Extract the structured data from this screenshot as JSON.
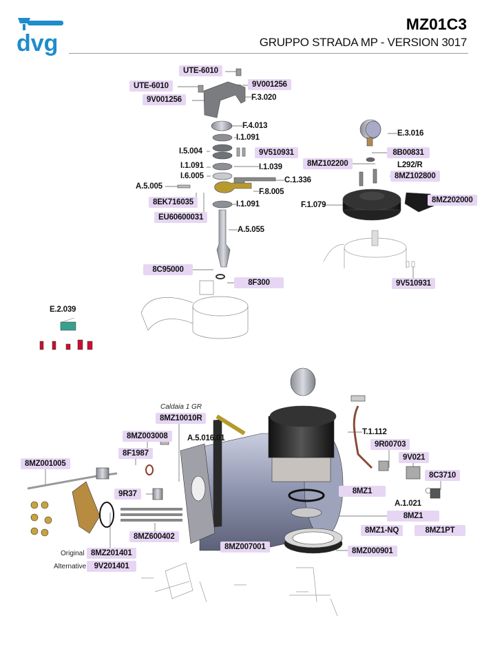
{
  "header": {
    "logo_text": "dvg",
    "title": "MZ01C3",
    "subtitle": "GRUPPO STRADA MP - VERSION 3017"
  },
  "colors": {
    "brand": "#1f8ccb",
    "label_bg": "#e6d6f3"
  },
  "top_assembly": {
    "labels": [
      "UTE-6010",
      "9V001256",
      "UTE-6010",
      "F.3.020",
      "9V001256",
      "F.4.013",
      "I.1.091",
      "I.5.004",
      "9V510931",
      "I.1.091",
      "I.1.039",
      "I.6.005",
      "C.1.336",
      "A.5.005",
      "F.8.005",
      "8EK716035",
      "I.1.091",
      "EU60600031",
      "A.5.055",
      "8C95000",
      "8F300"
    ]
  },
  "gauge_assembly": {
    "labels": [
      "E.3.016",
      "8B00831",
      "8MZ102200",
      "L292/R",
      "8MZ102800",
      "F.1.079",
      "8MZ202000",
      "9V510931"
    ]
  },
  "microswitch": {
    "label": "E.2.039"
  },
  "boiler_assembly": {
    "caption": "Caldaia 1 GR",
    "labels": [
      "8MZ10010R",
      "8MZ003008",
      "A.5.016.01",
      "8F1987",
      "8MZ001005",
      "T.1.112",
      "9R00703",
      "9V021",
      "8C3710",
      "9R37",
      "8MZ1",
      "A.1.021",
      "8MZ1",
      "8MZ1-NQ",
      "8MZ1PT",
      "8MZ600402",
      "8MZ007001",
      "8MZ000901",
      "8MZ201401",
      "9V201401"
    ],
    "original_label": "Original",
    "alternative_label": "Alternative"
  }
}
